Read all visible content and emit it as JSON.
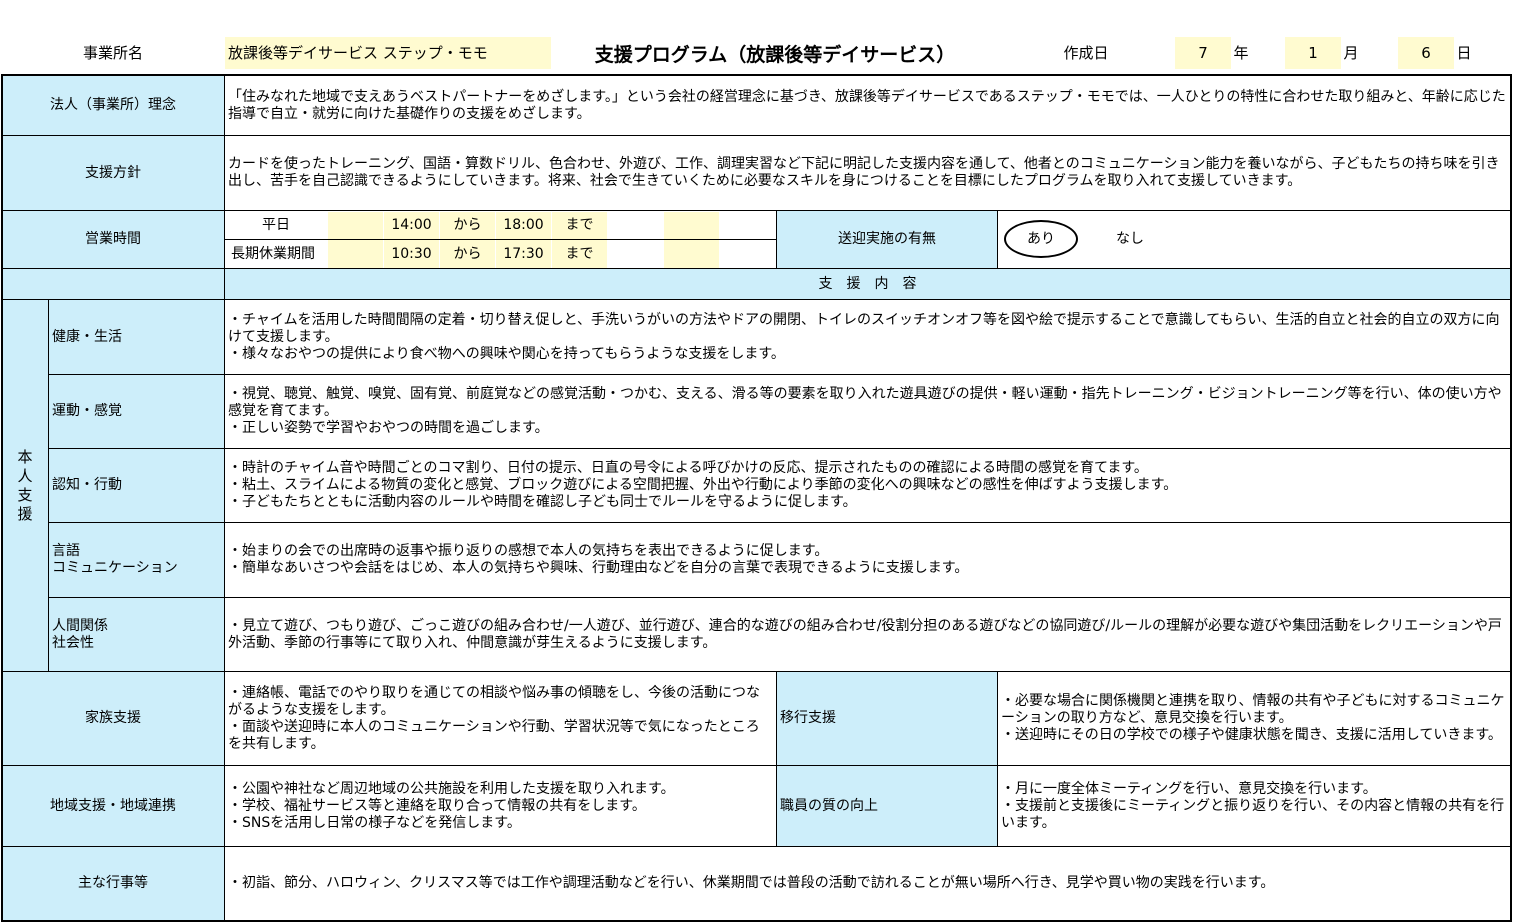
{
  "header": {
    "office_label": "事業所名",
    "office_name": "放課後等デイサービス ステップ・モモ",
    "title": "支援プログラム（放課後等デイサービス）",
    "date_label": "作成日",
    "year": "7",
    "year_unit": "年",
    "month": "1",
    "month_unit": "月",
    "day": "6",
    "day_unit": "日"
  },
  "philosophy": {
    "label": "法人（事業所）理念",
    "text": "「住みなれた地域で支えあうベストパートナーをめざします。」という会社の経営理念に基づき、放課後等デイサービスであるステップ・モモでは、一人ひとりの特性に合わせた取り組みと、年齢に応じた指導で自立・就労に向けた基礎作りの支援をめざします。"
  },
  "policy": {
    "label": "支援方針",
    "text": "カードを使ったトレーニング、国語・算数ドリル、色合わせ、外遊び、工作、調理実習など下記に明記した支援内容を通して、他者とのコミュニケーション能力を養いながら、子どもたちの持ち味を引き出し、苦手を自己認識できるようにしていきます。将来、社会で生きていくために必要なスキルを身につけることを目標にしたプログラムを取り入れて支援していきます。"
  },
  "hours": {
    "label": "営業時間",
    "weekday_label": "平日",
    "weekday_start": "14:00",
    "weekday_from": "から",
    "weekday_end": "18:00",
    "weekday_to": "まで",
    "holiday_label": "長期休業期間",
    "holiday_start": "10:30",
    "holiday_from": "から",
    "holiday_end": "17:30",
    "holiday_to": "まで"
  },
  "transport": {
    "label": "送迎実施の有無",
    "yes": "あり",
    "no": "なし"
  },
  "support_content_header": "支　援　内　容",
  "personal_support": {
    "label": "本人支援",
    "rows": [
      {
        "label": "健康・生活",
        "text": "・チャイムを活用した時間間隔の定着・切り替え促しと、手洗いうがいの方法やドアの開閉、トイレのスイッチオンオフ等を図や絵で提示することで意識してもらい、生活的自立と社会的自立の双方に向けて支援します。\n・様々なおやつの提供により食べ物への興味や関心を持ってもらうような支援をします。"
      },
      {
        "label": "運動・感覚",
        "text": "・視覚、聴覚、触覚、嗅覚、固有覚、前庭覚などの感覚活動・つかむ、支える、滑る等の要素を取り入れた遊具遊びの提供・軽い運動・指先トレーニング・ビジョントレーニング等を行い、体の使い方や感覚を育てます。\n・正しい姿勢で学習やおやつの時間を過ごします。"
      },
      {
        "label": "認知・行動",
        "text": "・時計のチャイム音や時間ごとのコマ割り、日付の提示、日直の号令による呼びかけの反応、提示されたものの確認による時間の感覚を育てます。\n・粘土、スライムによる物質の変化と感覚、ブロック遊びによる空間把握、外出や行動により季節の変化への興味などの感性を伸ばすよう支援します。\n・子どもたちとともに活動内容のルールや時間を確認し子ども同士でルールを守るように促します。"
      },
      {
        "label": "言語\nコミュニケーション",
        "text": "・始まりの会での出席時の返事や振り返りの感想で本人の気持ちを表出できるように促します。\n・簡単なあいさつや会話をはじめ、本人の気持ちや興味、行動理由などを自分の言葉で表現できるように支援します。"
      },
      {
        "label": "人間関係\n社会性",
        "text": "・見立て遊び、つもり遊び、ごっこ遊びの組み合わせ/一人遊び、並行遊び、連合的な遊びの組み合わせ/役割分担のある遊びなどの協同遊び/ルールの理解が必要な遊びや集団活動をレクリエーションや戸外活動、季節の行事等にて取り入れ、仲間意識が芽生えるように支援します。"
      }
    ]
  },
  "family": {
    "label": "家族支援",
    "text": "・連絡帳、電話でのやり取りを通じての相談や悩み事の傾聴をし、今後の活動につながるような支援をします。\n・面談や送迎時に本人のコミュニケーションや行動、学習状況等で気になったところを共有します。"
  },
  "transition": {
    "label": "移行支援",
    "text": "・必要な場合に関係機関と連携を取り、情報の共有や子どもに対するコミュニケーションの取り方など、意見交換を行います。\n・送迎時にその日の学校での様子や健康状態を聞き、支援に活用していきます。"
  },
  "community": {
    "label": "地域支援・地域連携",
    "text": "・公園や神社など周辺地域の公共施設を利用した支援を取り入れます。\n・学校、福祉サービス等と連絡を取り合って情報の共有をします。\n・SNSを活用し日常の様子などを発信します。"
  },
  "staff": {
    "label": "職員の質の向上",
    "text": "・月に一度全体ミーティングを行い、意見交換を行います。\n・支援前と支援後にミーティングと振り返りを行い、その内容と情報の共有を行います。"
  },
  "events": {
    "label": "主な行事等",
    "text": "・初詣、節分、ハロウィン、クリスマス等では工作や調理活動などを行い、休業期間では普段の活動で訪れることが無い場所へ行き、見学や買い物の実践を行います。"
  }
}
